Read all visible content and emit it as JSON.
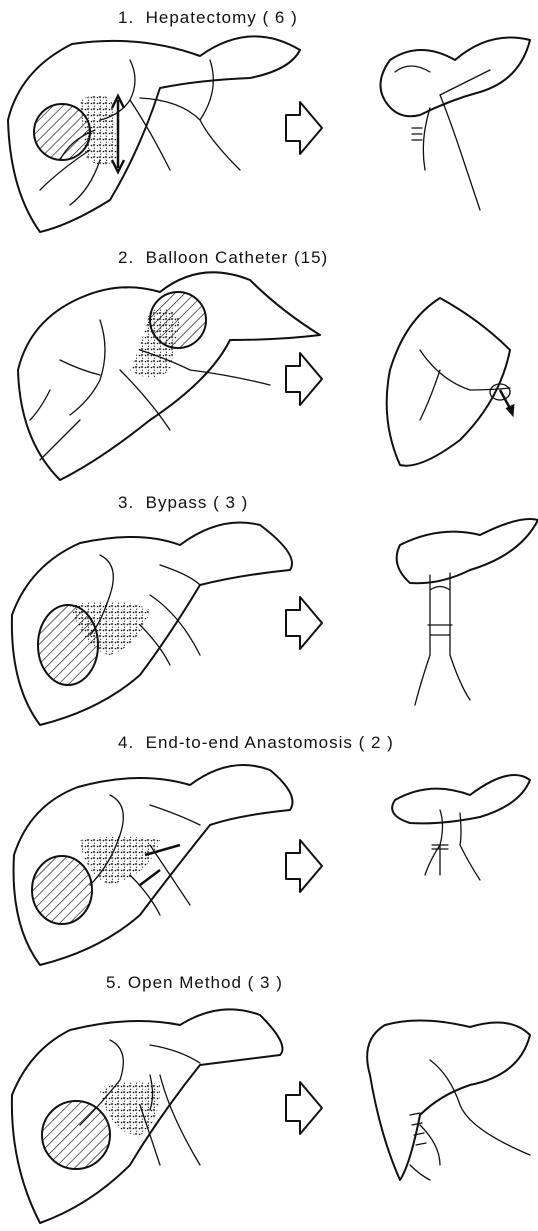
{
  "figure": {
    "panels": [
      {
        "label": "1.  Hepatectomy ( 6 )"
      },
      {
        "label": "2.  Balloon Catheter (15)"
      },
      {
        "label": "3.  Bypass ( 3 )"
      },
      {
        "label": "4.  End-to-end Anastomosis ( 2 )"
      },
      {
        "label": "5. Open Method ( 3 )"
      }
    ]
  }
}
